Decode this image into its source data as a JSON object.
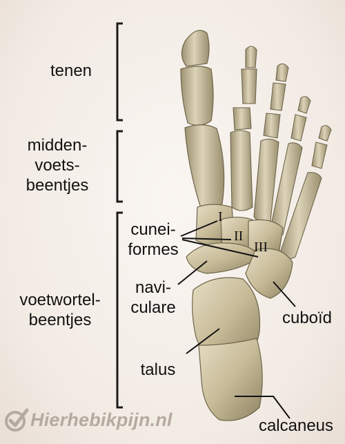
{
  "labels": {
    "tenen": "tenen",
    "middenvoetsbeentjes": "midden-\nvoets-\nbeentjes",
    "voetwortelbeentjes": "voetwortel-\nbeentjes",
    "cuneiformes": "cunei-\nformes",
    "naviculare": "navi-\nculare",
    "cuboid": "cuboïd",
    "talus": "talus",
    "calcaneus": "calcaneus"
  },
  "roman": {
    "one": "I",
    "two": "II",
    "three": "III"
  },
  "brand": {
    "text": "Hierhebikpijn.nl",
    "logo_icon": "check-circle-icon"
  },
  "colors": {
    "bone_light": "#d8cfb4",
    "bone_mid": "#b9ad8c",
    "bone_dark": "#7e7457",
    "background": "#f3ece6",
    "brand": "#b6aaa0"
  }
}
